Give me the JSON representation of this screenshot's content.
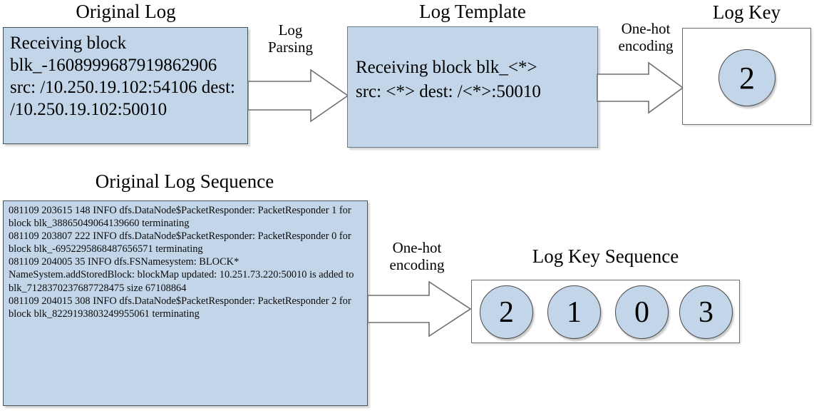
{
  "figure": {
    "title_top_left": "Original Log",
    "title_top_mid": "Log Template",
    "title_top_right": "Log Key",
    "title_bottom_left": "Original Log Sequence",
    "title_bottom_right": "Log Key Sequence"
  },
  "original_log": {
    "text": "Receiving block blk_-1608999687919862906 src: /10.250.19.102:54106 dest: /10.250.19.102:50010"
  },
  "log_template": {
    "line1": "Receiving block blk_<*>",
    "line2": "src: <*> dest: /<*>:50010"
  },
  "log_key": {
    "value": "2"
  },
  "arrows": {
    "parse_label": "Log\nParsing",
    "onehot_label_top": "One-hot\nencoding",
    "onehot_label_bottom": "One-hot\nencoding"
  },
  "original_log_sequence": {
    "text": "081109 203615 148 INFO dfs.DataNode$PacketResponder: PacketResponder 1 for block blk_38865049064139660 terminating\n081109 203807 222 INFO dfs.DataNode$PacketResponder: PacketResponder 0 for block blk_-6952295868487656571 terminating\n081109 204005 35 INFO dfs.FSNamesystem: BLOCK* NameSystem.addStoredBlock: blockMap updated: 10.251.73.220:50010 is added to blk_7128370237687728475 size 67108864\n081109 204015 308 INFO dfs.DataNode$PacketResponder: PacketResponder 2 for block blk_8229193803249955061 terminating"
  },
  "log_key_sequence": {
    "keys": [
      "2",
      "1",
      "0",
      "3"
    ]
  },
  "colors": {
    "box_fill": "#c3d5e8",
    "box_border": "#6b7b8c",
    "circle_fill": "#c3d5e8",
    "circle_border": "#4a4a4a",
    "arrow_stroke": "#6e6e6e",
    "text": "#000000",
    "background": "#ffffff"
  }
}
